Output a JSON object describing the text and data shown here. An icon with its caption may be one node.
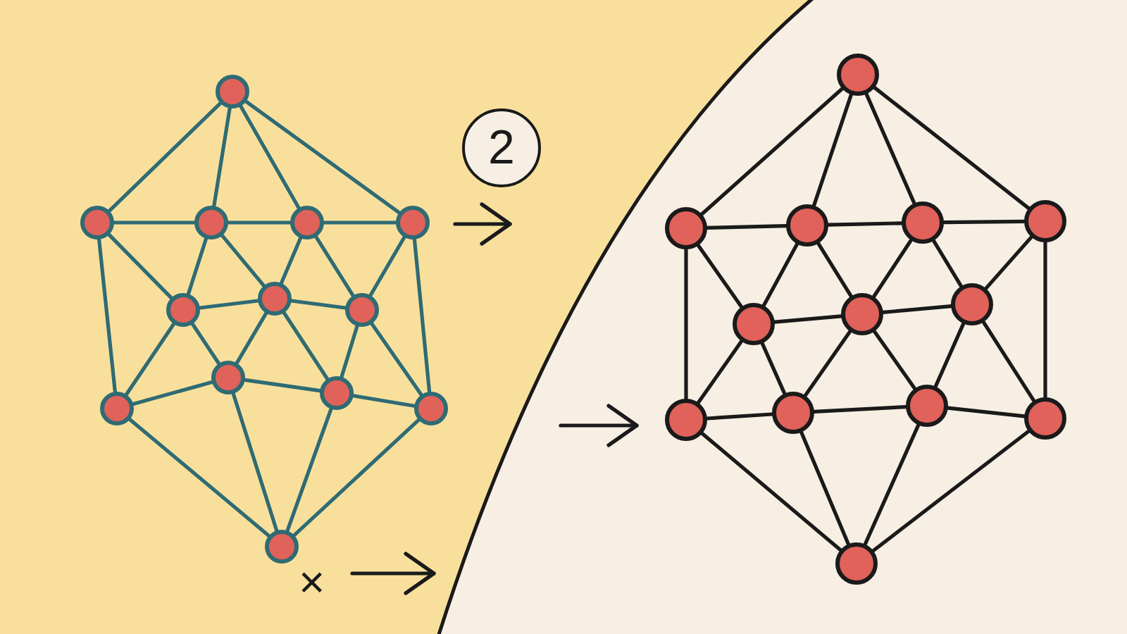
{
  "diagram": {
    "nodes": [
      {
        "text": [],
        "shape": "circle"
      },
      {
        "text": [],
        "shape": "circle"
      },
      {
        "text": [],
        "shape": "circle"
      },
      {
        "text": [],
        "shape": "circle"
      },
      {
        "text": [],
        "shape": "circle"
      },
      {
        "text": [],
        "shape": "circle"
      },
      {
        "text": [],
        "shape": "circle"
      },
      {
        "text": [],
        "shape": "circle"
      },
      {
        "text": [],
        "shape": "circle"
      },
      {
        "text": [],
        "shape": "circle"
      },
      {
        "text": [],
        "shape": "circle"
      },
      {
        "text": [],
        "shape": "circle"
      },
      {
        "text": [],
        "shape": "circle"
      },
      {
        "text": [
          "2"
        ]
      },
      {
        "text": [],
        "shape": "circle"
      },
      {
        "text": [],
        "shape": "circle"
      },
      {
        "text": [],
        "shape": "circle"
      },
      {
        "text": [],
        "shape": "circle"
      },
      {
        "text": [],
        "shape": "circle"
      },
      {
        "text": [],
        "shape": "circle"
      },
      {
        "text": [],
        "shape": "circle"
      },
      {
        "text": [],
        "shape": "circle"
      },
      {
        "text": [],
        "shape": "circle"
      },
      {
        "text": [],
        "shape": "circle"
      },
      {
        "text": [],
        "shape": "circle"
      },
      {
        "text": [],
        "shape": "circle"
      },
      {
        "text": [],
        "shape": "circle"
      }
    ],
    "edges": [
      {
        "from": 0,
        "to": 1,
        "arrow": "none",
        "color": "#2f6b74"
      },
      {
        "from": 0,
        "to": 2,
        "arrow": "none",
        "color": "#2f6b74"
      },
      {
        "from": 0,
        "to": 3,
        "arrow": "none",
        "color": "#2f6b74"
      },
      {
        "from": 0,
        "to": 4,
        "arrow": "none",
        "color": "#2f6b74"
      },
      {
        "from": 1,
        "to": 2,
        "arrow": "none",
        "color": "#2f6b74"
      },
      {
        "from": 2,
        "to": 3,
        "arrow": "none",
        "color": "#2f6b74"
      },
      {
        "from": 3,
        "to": 4,
        "arrow": "none",
        "color": "#2f6b74"
      },
      {
        "from": 1,
        "to": 5,
        "arrow": "none",
        "color": "#2f6b74"
      },
      {
        "from": 1,
        "to": 8,
        "arrow": "none",
        "color": "#2f6b74"
      },
      {
        "from": 2,
        "to": 5,
        "arrow": "none",
        "color": "#2f6b74"
      },
      {
        "from": 2,
        "to": 6,
        "arrow": "none",
        "color": "#2f6b74"
      },
      {
        "from": 3,
        "to": 6,
        "arrow": "none",
        "color": "#2f6b74"
      },
      {
        "from": 3,
        "to": 7,
        "arrow": "none",
        "color": "#2f6b74"
      },
      {
        "from": 4,
        "to": 7,
        "arrow": "none",
        "color": "#2f6b74"
      },
      {
        "from": 4,
        "to": 11,
        "arrow": "none",
        "color": "#2f6b74"
      },
      {
        "from": 5,
        "to": 6,
        "arrow": "none",
        "color": "#2f6b74"
      },
      {
        "from": 6,
        "to": 7,
        "arrow": "none",
        "color": "#2f6b74"
      },
      {
        "from": 5,
        "to": 8,
        "arrow": "none",
        "color": "#2f6b74"
      },
      {
        "from": 5,
        "to": 9,
        "arrow": "none",
        "color": "#2f6b74"
      },
      {
        "from": 6,
        "to": 9,
        "arrow": "none",
        "color": "#2f6b74"
      },
      {
        "from": 6,
        "to": 10,
        "arrow": "none",
        "color": "#2f6b74"
      },
      {
        "from": 7,
        "to": 10,
        "arrow": "none",
        "color": "#2f6b74"
      },
      {
        "from": 7,
        "to": 11,
        "arrow": "none",
        "color": "#2f6b74"
      },
      {
        "from": 8,
        "to": 9,
        "arrow": "none",
        "color": "#2f6b74"
      },
      {
        "from": 9,
        "to": 10,
        "arrow": "none",
        "color": "#2f6b74"
      },
      {
        "from": 10,
        "to": 11,
        "arrow": "none",
        "color": "#2f6b74"
      },
      {
        "from": 8,
        "to": 12,
        "arrow": "none",
        "color": "#2f6b74"
      },
      {
        "from": 9,
        "to": 12,
        "arrow": "none",
        "color": "#2f6b74"
      },
      {
        "from": 10,
        "to": 12,
        "arrow": "none",
        "color": "#2f6b74"
      },
      {
        "from": 11,
        "to": 12,
        "arrow": "none",
        "color": "#2f6b74"
      },
      {
        "from": 14,
        "to": 15,
        "arrow": "none"
      },
      {
        "from": 14,
        "to": 16,
        "arrow": "none"
      },
      {
        "from": 14,
        "to": 17,
        "arrow": "none"
      },
      {
        "from": 14,
        "to": 18,
        "arrow": "none"
      },
      {
        "from": 15,
        "to": 16,
        "arrow": "none"
      },
      {
        "from": 16,
        "to": 17,
        "arrow": "none"
      },
      {
        "from": 17,
        "to": 18,
        "arrow": "none"
      },
      {
        "from": 15,
        "to": 19,
        "arrow": "none"
      },
      {
        "from": 15,
        "to": 22,
        "arrow": "none"
      },
      {
        "from": 16,
        "to": 19,
        "arrow": "none"
      },
      {
        "from": 16,
        "to": 20,
        "arrow": "none"
      },
      {
        "from": 17,
        "to": 20,
        "arrow": "none"
      },
      {
        "from": 17,
        "to": 21,
        "arrow": "none"
      },
      {
        "from": 18,
        "to": 21,
        "arrow": "none"
      },
      {
        "from": 18,
        "to": 25,
        "arrow": "none"
      },
      {
        "from": 19,
        "to": 20,
        "arrow": "none"
      },
      {
        "from": 20,
        "to": 21,
        "arrow": "none"
      },
      {
        "from": 19,
        "to": 22,
        "arrow": "none"
      },
      {
        "from": 19,
        "to": 23,
        "arrow": "none"
      },
      {
        "from": 20,
        "to": 23,
        "arrow": "none"
      },
      {
        "from": 20,
        "to": 24,
        "arrow": "none"
      },
      {
        "from": 21,
        "to": 24,
        "arrow": "none"
      },
      {
        "from": 21,
        "to": 25,
        "arrow": "none"
      },
      {
        "from": 22,
        "to": 23,
        "arrow": "none"
      },
      {
        "from": 23,
        "to": 24,
        "arrow": "none"
      },
      {
        "from": 24,
        "to": 25,
        "arrow": "none"
      },
      {
        "from": 22,
        "to": 26,
        "arrow": "none"
      },
      {
        "from": 23,
        "to": 26,
        "arrow": "none"
      },
      {
        "from": 24,
        "to": 26,
        "arrow": "none"
      },
      {
        "from": 25,
        "to": 26,
        "arrow": "none"
      }
    ],
    "labels": [
      "×"
    ]
  }
}
